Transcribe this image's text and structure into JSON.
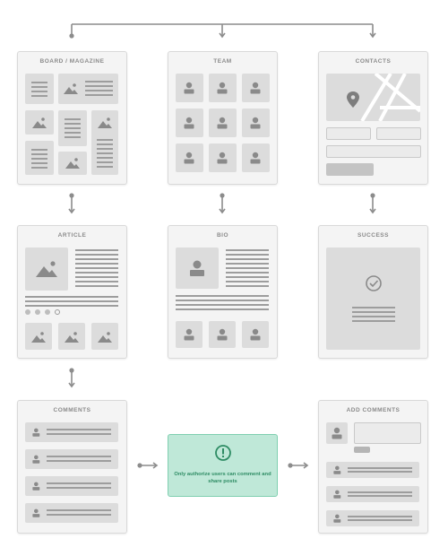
{
  "cards": {
    "board_magazine": "BOARD / MAGAZINE",
    "team": "TEAM",
    "contacts": "CONTACTS",
    "article": "ARTICLE",
    "bio": "BIO",
    "success": "SUCCESS",
    "comments": "COMMENTS",
    "add_comments": "ADD COMMENTS"
  },
  "notice": {
    "text": "Only authorize users can comment and share posts"
  },
  "colors": {
    "connector": "#8c8c8c",
    "notice_fill": "#bfe8d8",
    "notice_text": "#2e8c64"
  }
}
